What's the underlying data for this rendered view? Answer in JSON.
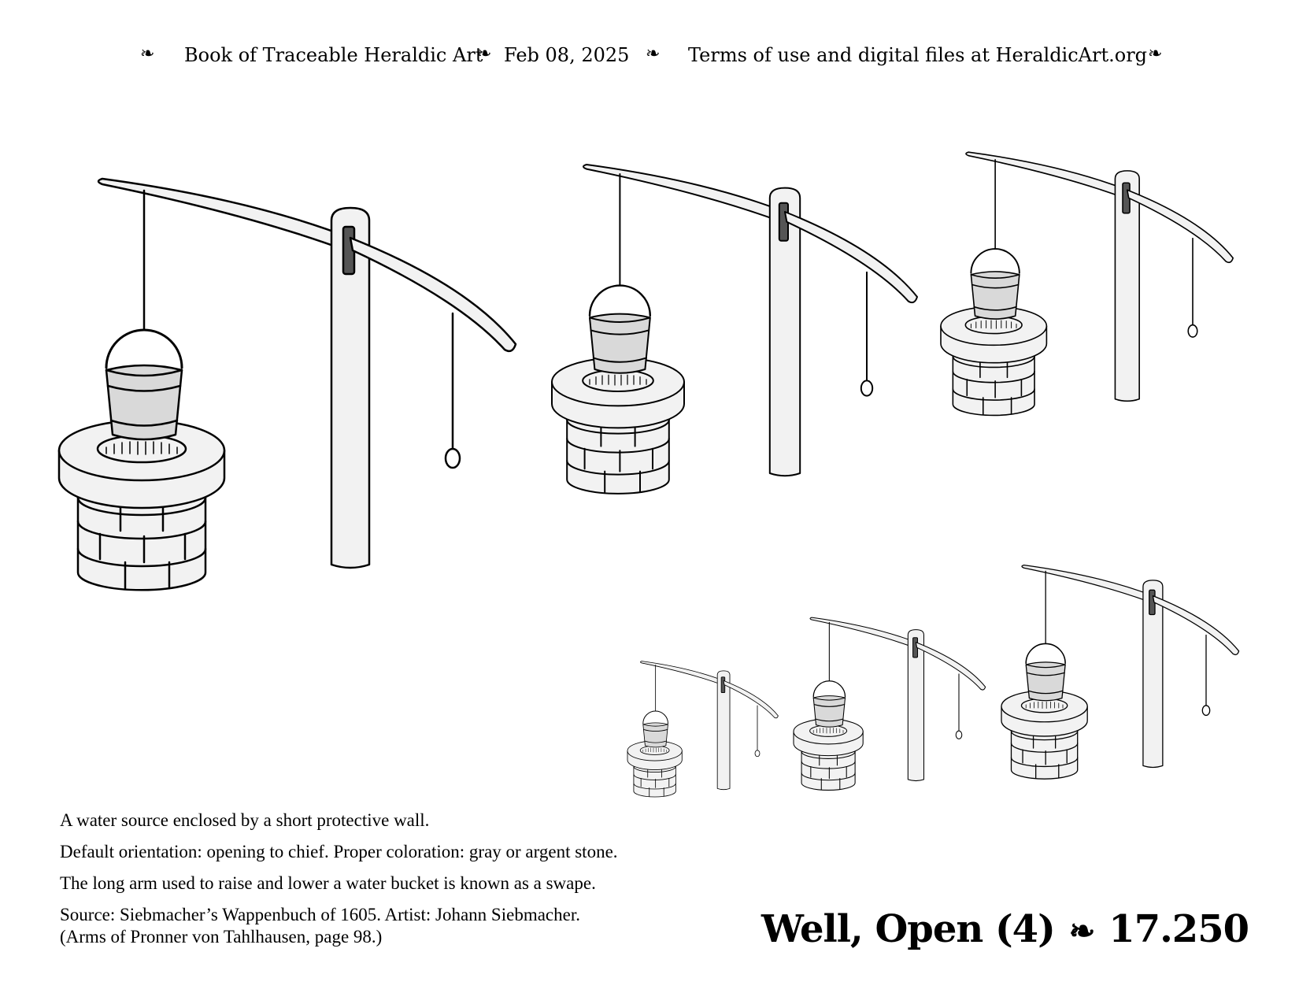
{
  "header": {
    "ornament": "❧",
    "book": "Book of Traceable Heraldic Art",
    "date": "Feb 08, 2025",
    "terms": "Terms of use and digital files at HeraldicArt.org"
  },
  "description": {
    "line1": "A water source enclosed by a short protective wall.",
    "line2": "Default orientation: opening to chief. Proper coloration: gray or argent stone.",
    "line3": "The long arm used to raise and lower a water bucket is known as a swape.",
    "source_line1": "Source: Siebmacher’s Wappenbuch of 1605. Artist: Johann Siebmacher.",
    "source_line2": "(Arms of Pronner von Tahlhausen, page 98.)"
  },
  "title": {
    "name": "Well, Open (4)",
    "ornament": "❧",
    "number": "17.250"
  },
  "colors": {
    "stone_fill": "#f2f2f2",
    "bucket_water": "#d9d9d9",
    "slot": "#555555",
    "line": "#000000"
  },
  "art": {
    "instances": 6
  }
}
